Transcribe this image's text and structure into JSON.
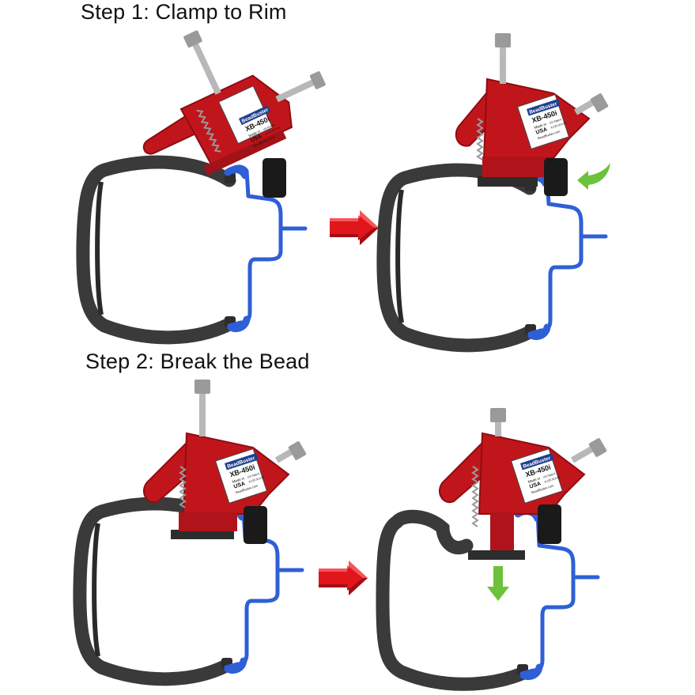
{
  "headings": {
    "step1": "Step 1: Clamp to Rim",
    "step2": "Step 2: Break the Bead"
  },
  "tool_label": {
    "brand": "BeadBuster",
    "model": "XB-450i",
    "made_in": "Made in",
    "country": "USA",
    "patent_1": "US Patent",
    "patent_2": "8,225,914 B1",
    "website": "BeadBuster.com"
  },
  "colors": {
    "tool_red": "#c1151c",
    "tool_red_dark": "#8e0d12",
    "rim_blue": "#2f5fd6",
    "tire_dark": "#3a3a3a",
    "arrow_red": "#e0161c",
    "arrow_green": "#6cc23a"
  }
}
